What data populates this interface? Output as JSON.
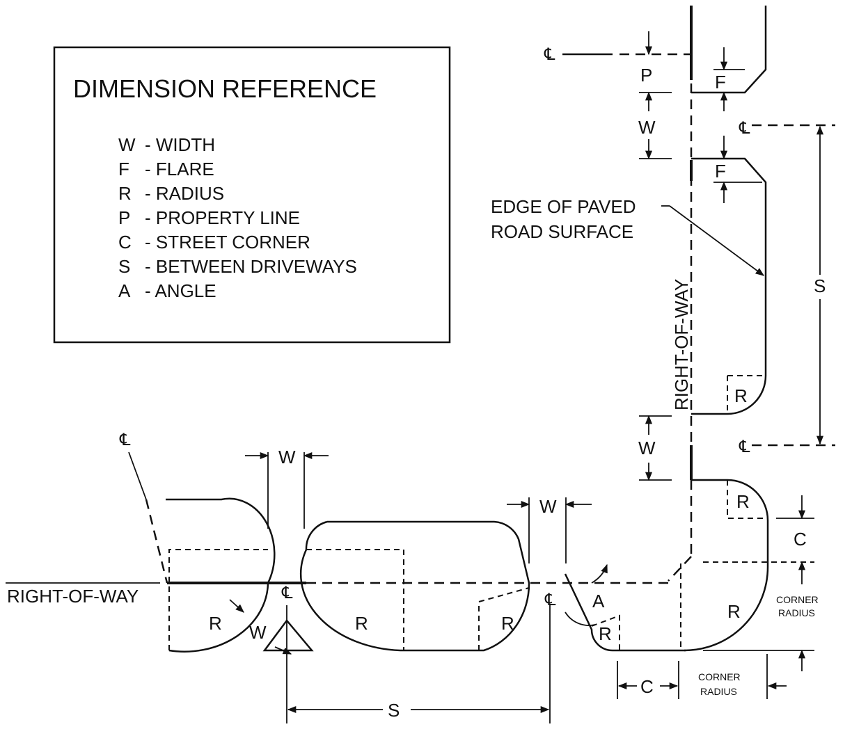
{
  "legend": {
    "title": "DIMENSION REFERENCE",
    "items": [
      {
        "key": "W",
        "desc": "- WIDTH"
      },
      {
        "key": "F",
        "desc": "- FLARE"
      },
      {
        "key": "R",
        "desc": "- RADIUS"
      },
      {
        "key": "P",
        "desc": "- PROPERTY LINE"
      },
      {
        "key": "C",
        "desc": "- STREET CORNER"
      },
      {
        "key": "S",
        "desc": "- BETWEEN DRIVEWAYS"
      },
      {
        "key": "A",
        "desc": "- ANGLE"
      }
    ]
  },
  "labels": {
    "edge_line1": "EDGE OF PAVED",
    "edge_line2": "ROAD SURFACE",
    "row_vertical": "RIGHT-OF-WAY",
    "row_horizontal": "RIGHT-OF-WAY",
    "corner_radius_a1": "CORNER",
    "corner_radius_a2": "RADIUS",
    "corner_radius_b1": "CORNER",
    "corner_radius_b2": "RADIUS",
    "centerline": "℄",
    "w": "W",
    "f": "F",
    "r": "R",
    "p": "P",
    "s": "S",
    "c": "C",
    "a": "A"
  }
}
